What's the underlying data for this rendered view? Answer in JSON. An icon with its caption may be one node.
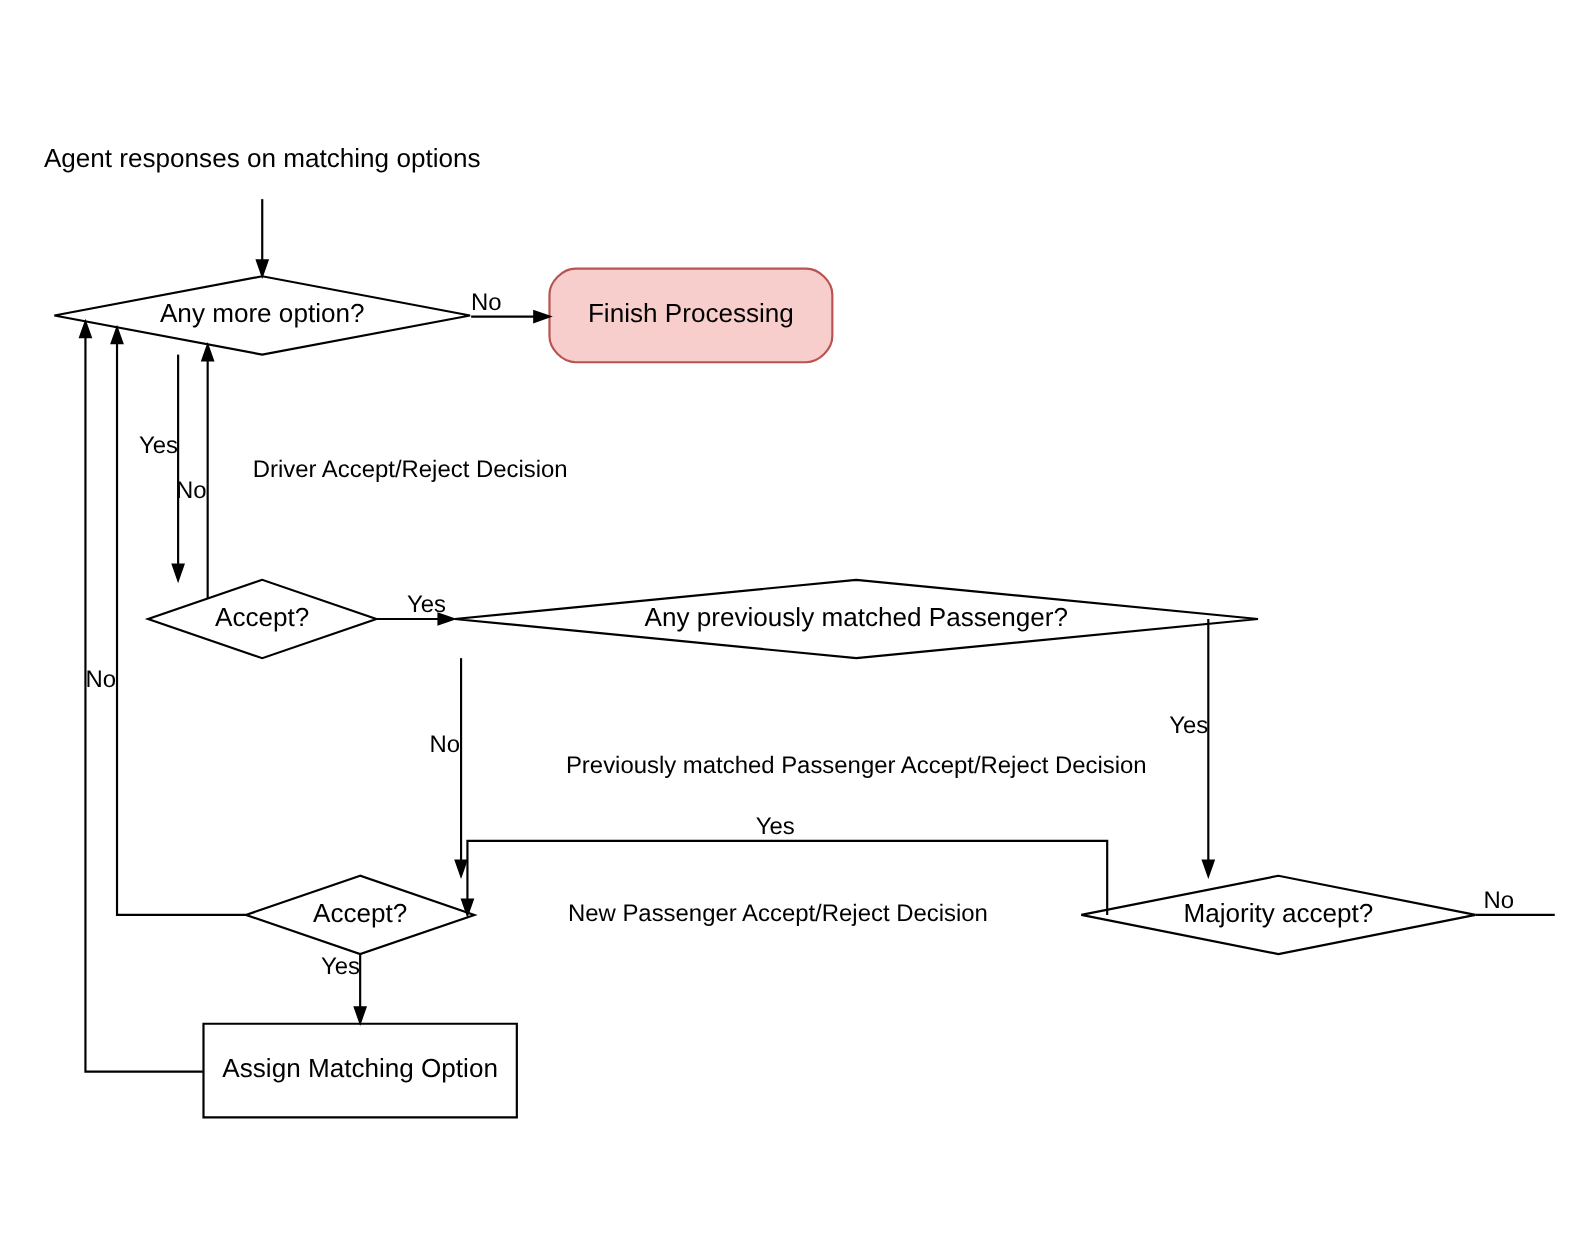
{
  "diagram": {
    "nodes": [
      {
        "text": [
          "Agent responses on matching options"
        ]
      },
      {
        "text": [
          "Any more option?"
        ]
      },
      {
        "text": [
          "Finish Processing"
        ]
      },
      {
        "text": [
          "Accept?"
        ]
      },
      {
        "text": [
          "Any previously matched Passenger?"
        ]
      },
      {
        "text": [
          "Majority accept?"
        ]
      },
      {
        "text": [
          "Accept?"
        ]
      },
      {
        "text": [
          "Assign Matching Option"
        ]
      }
    ],
    "edges": [
      {
        "from": 0,
        "to": 1,
        "arrow": "to"
      },
      {
        "from": 1,
        "to": 2,
        "arrow": "to",
        "label": "No"
      },
      {
        "from": 1,
        "to": 3,
        "arrow": "to",
        "label": "Yes"
      },
      {
        "from": 3,
        "to": 1,
        "arrow": "to",
        "label": "No"
      },
      {
        "from": 3,
        "to": 4,
        "arrow": "to",
        "label": "Yes"
      },
      {
        "from": 4,
        "to": 5,
        "arrow": "to",
        "label": "Yes"
      },
      {
        "from": 4,
        "to": 6,
        "arrow": "to",
        "label": "No"
      },
      {
        "from": 5,
        "to": 6,
        "arrow": "to",
        "label": "Yes"
      },
      {
        "from": 5,
        "to": null,
        "arrow": "none",
        "label": "No"
      },
      {
        "from": 6,
        "to": 1,
        "arrow": "to",
        "label": "No"
      },
      {
        "from": 6,
        "to": 7,
        "arrow": "to",
        "label": "Yes"
      },
      {
        "from": 7,
        "to": 1,
        "arrow": "to"
      }
    ],
    "labels": [
      "Driver Accept/Reject Decision",
      "Previously matched Passenger Accept/Reject Decision",
      "New Passenger Accept/Reject Decision"
    ]
  }
}
